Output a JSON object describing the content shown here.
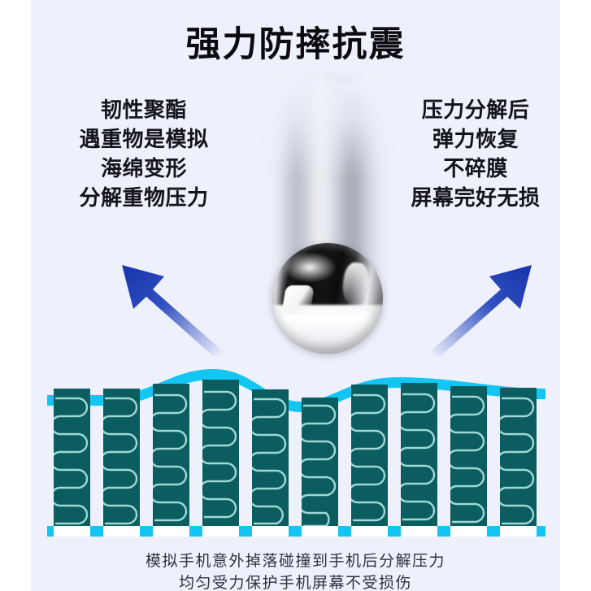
{
  "headline": "强力防摔抗震",
  "left_block": {
    "lines": [
      "韧性聚酯",
      "遇重物是模拟",
      "海绵变形",
      "分解重物压力"
    ]
  },
  "right_block": {
    "lines": [
      "压力分解后",
      "弹力恢复",
      "不碎膜",
      "屏幕完好无损"
    ]
  },
  "caption": {
    "lines": [
      "模拟手机意外掉落碰撞到手机后分解压力",
      "均匀受力保护手机屏幕不受损伤"
    ]
  },
  "figure": {
    "ball_label": "falling-steel-ball",
    "trail_label": "motion-blur-trail",
    "arrow_left_label": "force-arrow-left",
    "arrow_right_label": "force-arrow-right",
    "membrane_label": "flexible-cushion-membrane",
    "spring_count": 10,
    "base_label": "base-plate"
  },
  "colors": {
    "background": "#eef0fb",
    "page": "#ffffff",
    "text": "#0b0b10",
    "caption_text": "#31313d",
    "cyan": "#12c5f3",
    "teal": "#0b5d5f",
    "spring_line": "#9fd8d4",
    "arrow_blue": "#1b3fb5"
  }
}
